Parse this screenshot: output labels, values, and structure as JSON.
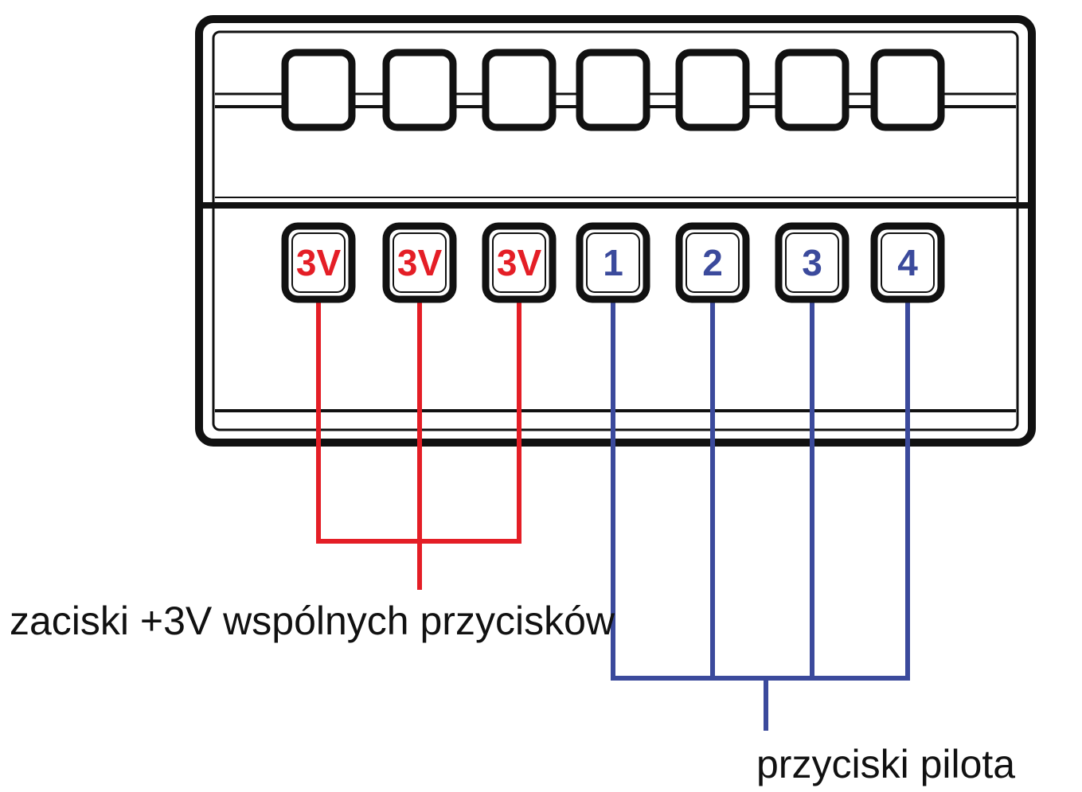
{
  "terminals": [
    {
      "label": "3V",
      "group": "common"
    },
    {
      "label": "3V",
      "group": "common"
    },
    {
      "label": "3V",
      "group": "common"
    },
    {
      "label": "1",
      "group": "buttons"
    },
    {
      "label": "2",
      "group": "buttons"
    },
    {
      "label": "3",
      "group": "buttons"
    },
    {
      "label": "4",
      "group": "buttons"
    }
  ],
  "captions": {
    "common": "zaciski +3V wspólnych przycisków",
    "buttons": "przyciski pilota"
  },
  "colors": {
    "common": "#e41e26",
    "buttons": "#3b4a9c",
    "outline": "#111111",
    "background": "#ffffff"
  }
}
